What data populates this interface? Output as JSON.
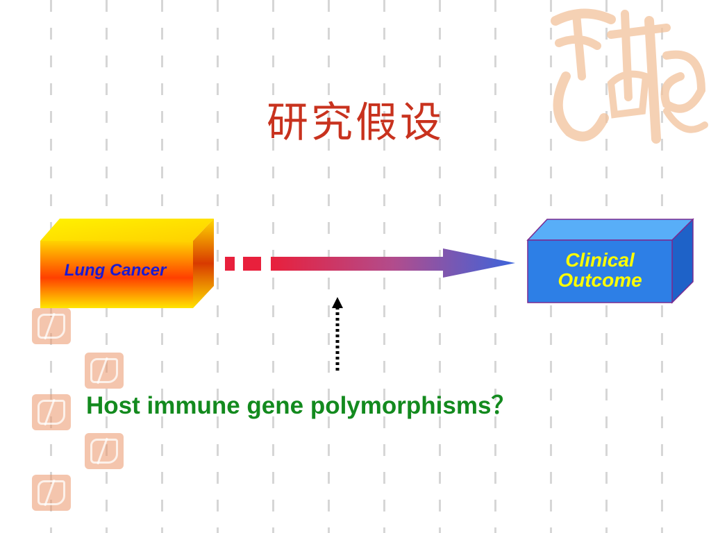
{
  "slide": {
    "title": "研究假设",
    "source_box": {
      "label": "Lung Cancer"
    },
    "target_box": {
      "label_line1": "Clinical",
      "label_line2": "Outcome"
    },
    "factor_label": "Host immune gene polymorphisms？"
  },
  "decoration": {
    "name": "ornamental-seal-characters"
  },
  "colors": {
    "title": "#c8321e",
    "factor_text": "#138a1e",
    "source_label": "#1a1ad2",
    "target_label": "#ffff00",
    "target_box": "#2d7fe6",
    "arrow_start": "#e8203c",
    "arrow_end": "#3b64dc"
  }
}
